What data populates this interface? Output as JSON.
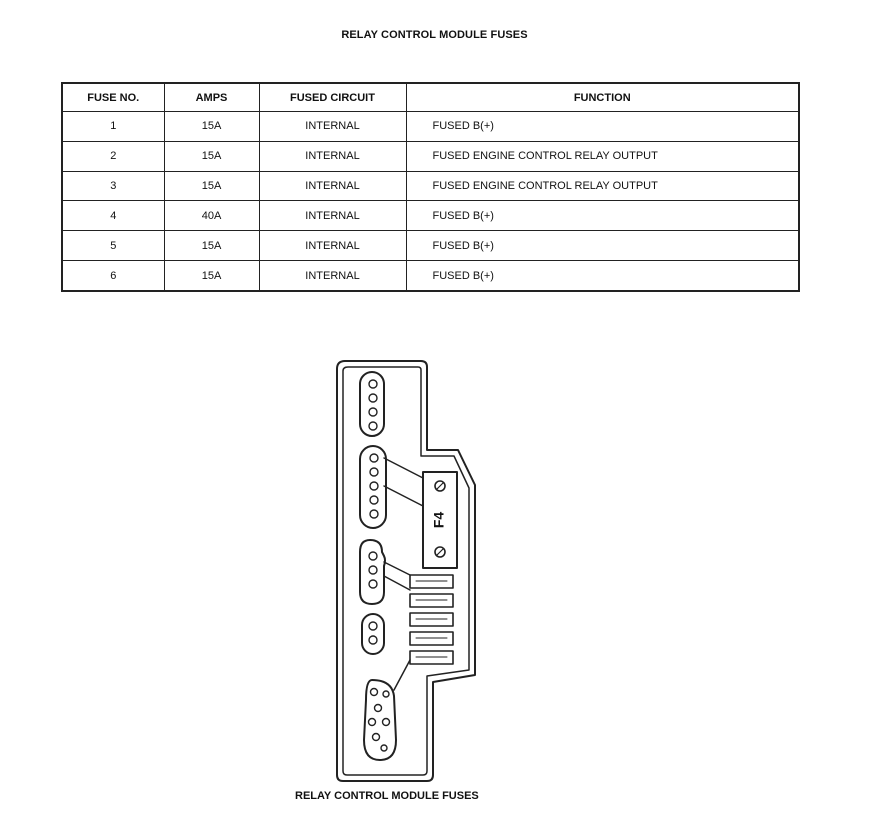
{
  "title": "RELAY CONTROL MODULE FUSES",
  "table": {
    "headers": [
      "FUSE NO.",
      "AMPS",
      "FUSED CIRCUIT",
      "FUNCTION"
    ],
    "rows": [
      [
        "1",
        "15A",
        "INTERNAL",
        "FUSED B(+)"
      ],
      [
        "2",
        "15A",
        "INTERNAL",
        "FUSED ENGINE CONTROL RELAY OUTPUT"
      ],
      [
        "3",
        "15A",
        "INTERNAL",
        "FUSED ENGINE CONTROL RELAY OUTPUT"
      ],
      [
        "4",
        "40A",
        "INTERNAL",
        "FUSED B(+)"
      ],
      [
        "5",
        "15A",
        "INTERNAL",
        "FUSED B(+)"
      ],
      [
        "6",
        "15A",
        "INTERNAL",
        "FUSED B(+)"
      ]
    ]
  },
  "diagram": {
    "large_fuse_label": "F4",
    "caption": "RELAY CONTROL MODULE FUSES"
  }
}
